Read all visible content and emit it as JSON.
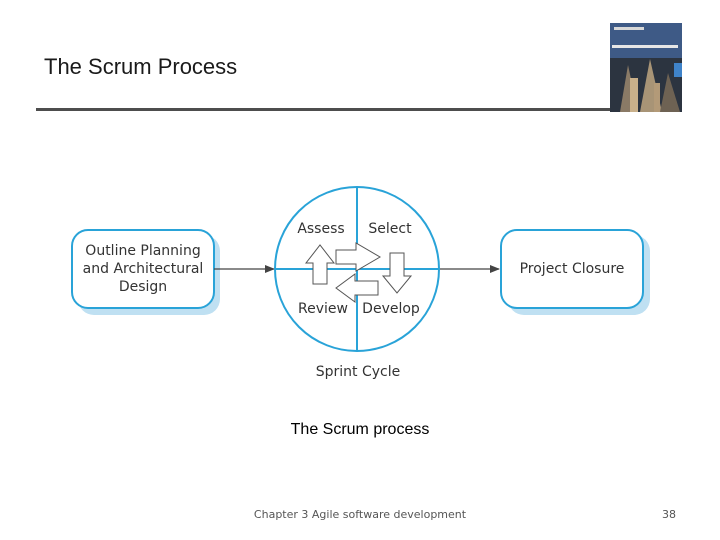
{
  "slide": {
    "title": "The Scrum Process",
    "caption": "The Scrum process",
    "footer": "Chapter 3 Agile software development",
    "page_number": "38"
  },
  "diagram": {
    "left_box": [
      "Outline Planning",
      "and Architectural",
      "Design"
    ],
    "right_box": "Project Closure",
    "quadrants": {
      "top_left": "Assess",
      "top_right": "Select",
      "bottom_left": "Review",
      "bottom_right": "Develop"
    },
    "cycle_label": "Sprint Cycle"
  },
  "colors": {
    "accent_blue": "#29a3d8",
    "box_shadow": "#bfe0f2",
    "arrow": "#444444",
    "title_rule": "#4d4d4d"
  }
}
